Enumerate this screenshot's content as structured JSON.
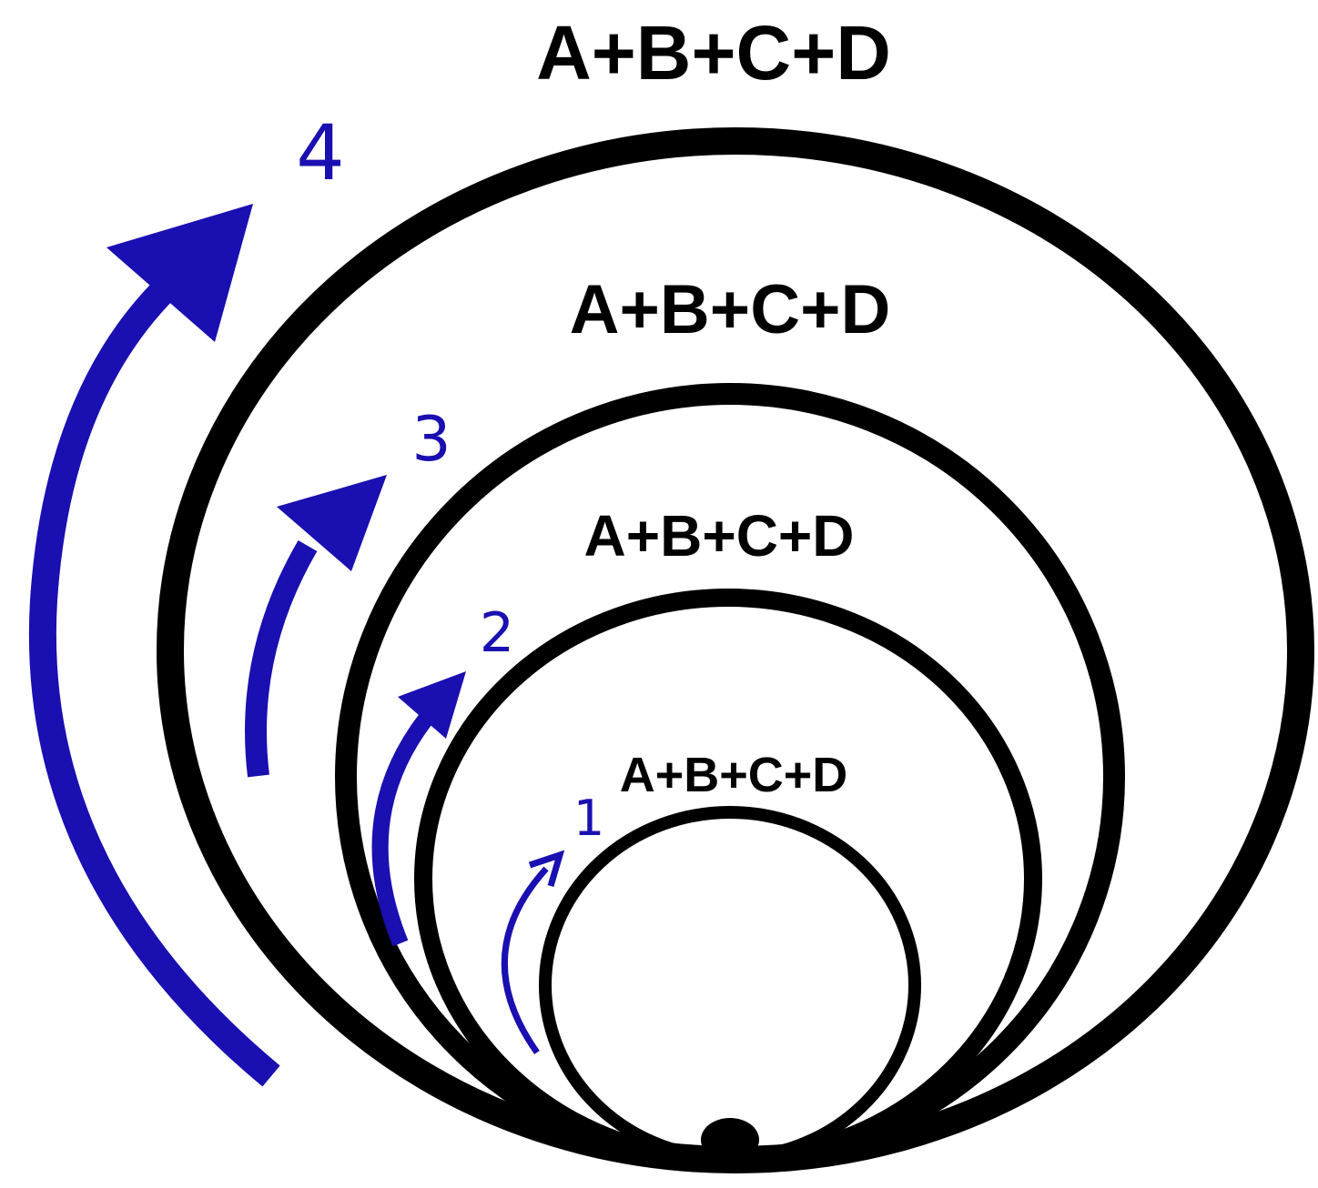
{
  "diagram": {
    "colors": {
      "rings": "#000000",
      "arrows": "#1a0fb0",
      "background": "#ffffff"
    },
    "rings": [
      {
        "label": "A+B+C+D"
      },
      {
        "label": "A+B+C+D"
      },
      {
        "label": "A+B+C+D"
      },
      {
        "label": "A+B+C+D"
      }
    ],
    "steps": [
      {
        "number": "1"
      },
      {
        "number": "2"
      },
      {
        "number": "3"
      },
      {
        "number": "4"
      }
    ]
  }
}
